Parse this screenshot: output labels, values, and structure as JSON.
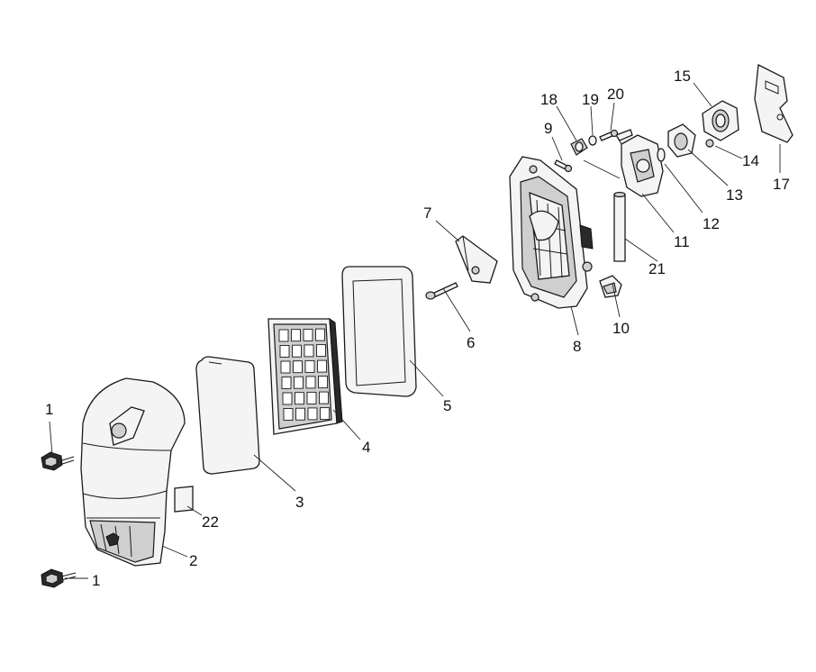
{
  "callouts": {
    "c1a": "1",
    "c1b": "1",
    "c2": "2",
    "c3": "3",
    "c4": "4",
    "c5": "5",
    "c6": "6",
    "c7": "7",
    "c8": "8",
    "c9": "9",
    "c10": "10",
    "c11": "11",
    "c12": "12",
    "c13": "13",
    "c14": "14",
    "c15": "15",
    "c17": "17",
    "c18": "18",
    "c19": "19",
    "c20": "20",
    "c21": "21",
    "c22": "22"
  }
}
